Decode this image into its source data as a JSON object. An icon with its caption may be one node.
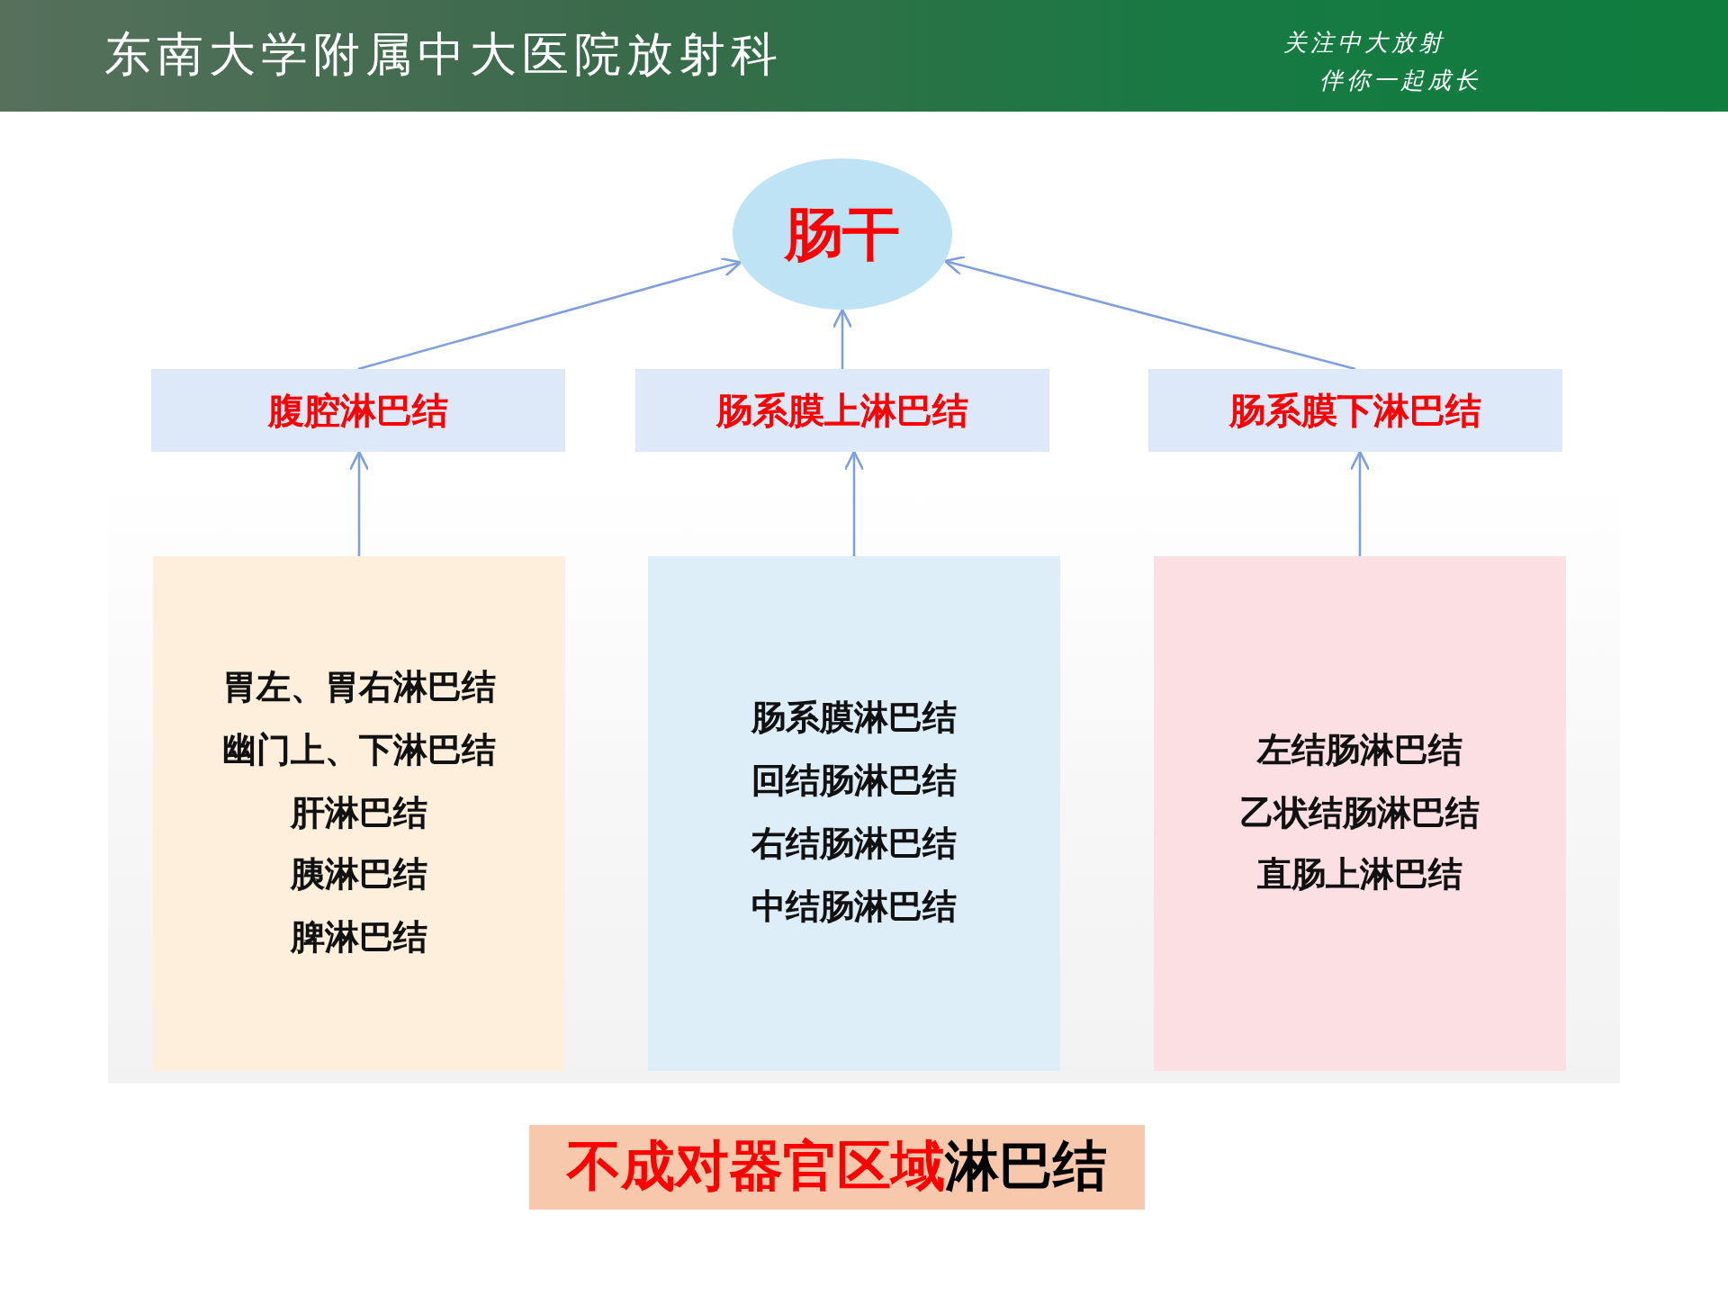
{
  "diagram": {
    "title": "东南大学附属中大医院放射科",
    "nodes": [
      {
        "text": [
          "肠干"
        ]
      },
      {
        "text": [
          "腹腔淋巴结"
        ]
      },
      {
        "text": [
          "肠系膜上淋巴结"
        ]
      },
      {
        "text": [
          "肠系膜下淋巴结"
        ]
      },
      {
        "text": [
          "胃左、胃右淋巴结",
          "幽门上、下淋巴结",
          "肝淋巴结",
          "胰淋巴结",
          "脾淋巴结"
        ]
      },
      {
        "text": [
          "肠系膜淋巴结",
          "回结肠淋巴结",
          "右结肠淋巴结",
          "中结肠淋巴结"
        ]
      },
      {
        "text": [
          "左结肠淋巴结",
          "乙状结肠淋巴结",
          "直肠上淋巴结"
        ]
      },
      {
        "text": [
          "**不成对器官区域**淋巴结"
        ]
      }
    ],
    "edges": [
      {
        "from": 1,
        "to": 0,
        "arrow": "to"
      },
      {
        "from": 2,
        "to": 0,
        "arrow": "to"
      },
      {
        "from": 3,
        "to": 0,
        "arrow": "to"
      },
      {
        "from": 4,
        "to": 1,
        "arrow": "to"
      },
      {
        "from": 5,
        "to": 2,
        "arrow": "to"
      },
      {
        "from": 6,
        "to": 3,
        "arrow": "to"
      }
    ],
    "labels": [
      "关注中大放射",
      "伴你一起成长"
    ]
  }
}
